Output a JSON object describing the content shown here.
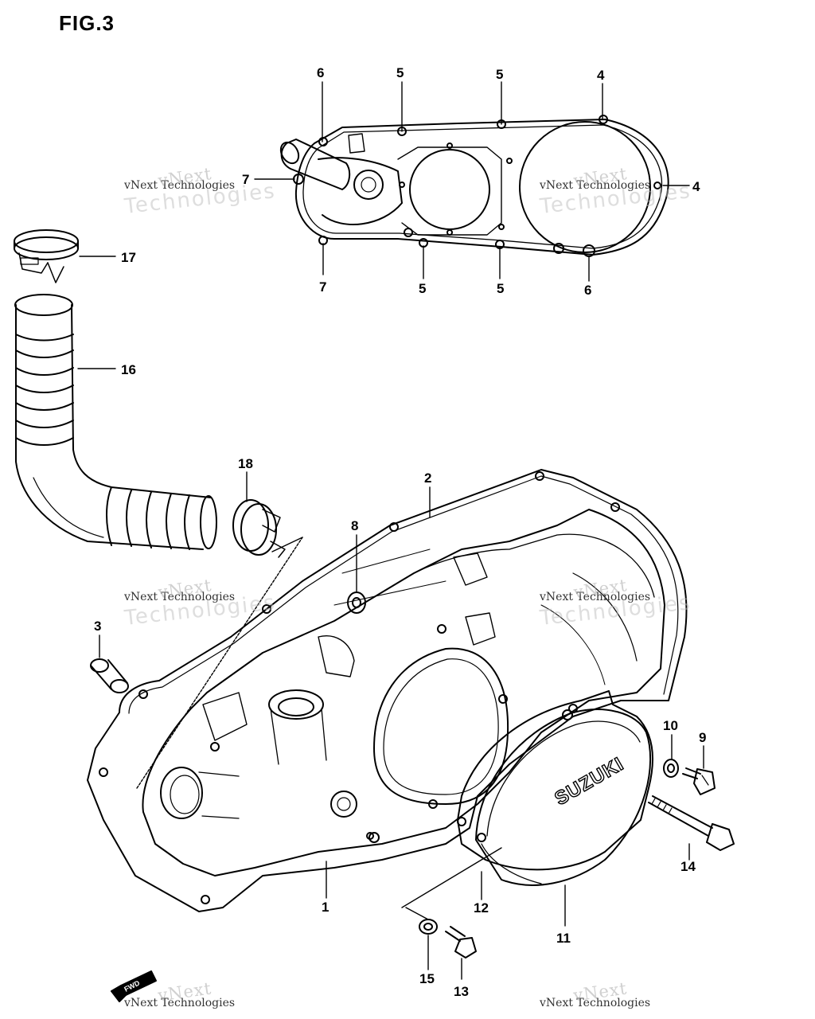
{
  "figure": {
    "title": "FIG.3"
  },
  "callouts": {
    "c1": "1",
    "c2": "2",
    "c3": "3",
    "c4a": "4",
    "c4b": "4",
    "c5a": "5",
    "c5b": "5",
    "c5c": "5",
    "c5d": "5",
    "c6a": "6",
    "c6b": "6",
    "c7a": "7",
    "c7b": "7",
    "c8": "8",
    "c9": "9",
    "c10": "10",
    "c11": "11",
    "c12": "12",
    "c13": "13",
    "c14": "14",
    "c15": "15",
    "c16": "16",
    "c17": "17",
    "c18": "18"
  },
  "cover_brand": "SUZUKI",
  "fwd_marker": "FWD",
  "watermark": {
    "line1": "vNext",
    "line2": "vNext Technologies",
    "line3": "Technologies"
  }
}
